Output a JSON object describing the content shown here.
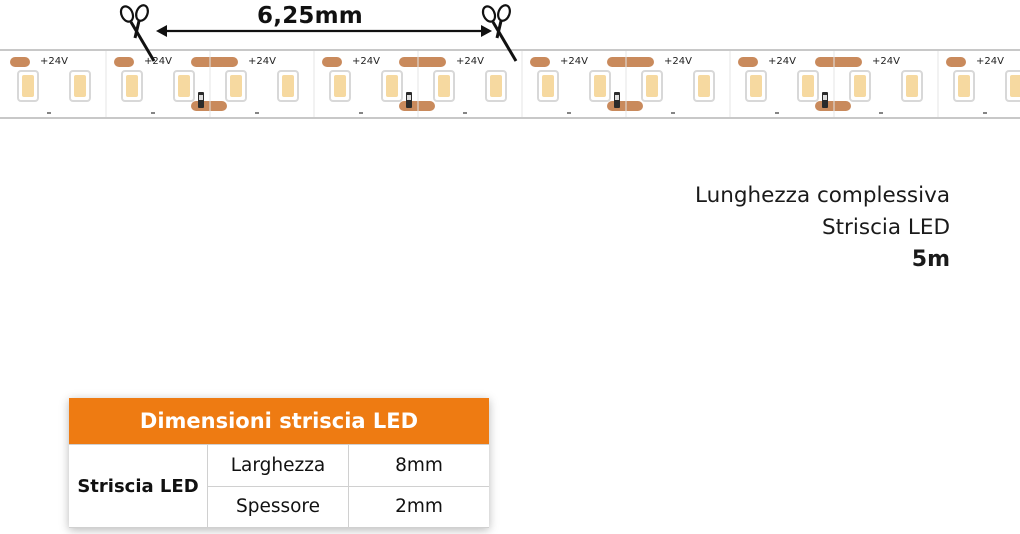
{
  "strip": {
    "voltage_label": "+24V",
    "segment_count": 10,
    "colors": {
      "copper": "#c98a5c",
      "led_glow": "#f6d9a0",
      "led_frame": "#d8d8d8",
      "strip_edge": "#bbbbbb"
    }
  },
  "measurement": {
    "label": "6,25mm",
    "icons": [
      "scissors-icon",
      "scissors-icon"
    ]
  },
  "length_info": {
    "line1": "Lunghezza complessiva",
    "line2": "Striscia LED",
    "value": "5m"
  },
  "dimensions_table": {
    "title": "Dimensioni striscia LED",
    "group_label": "Striscia LED",
    "rows": [
      {
        "property": "Larghezza",
        "value": "8mm"
      },
      {
        "property": "Spessore",
        "value": "2mm"
      }
    ],
    "accent_color": "#ee7b12"
  }
}
